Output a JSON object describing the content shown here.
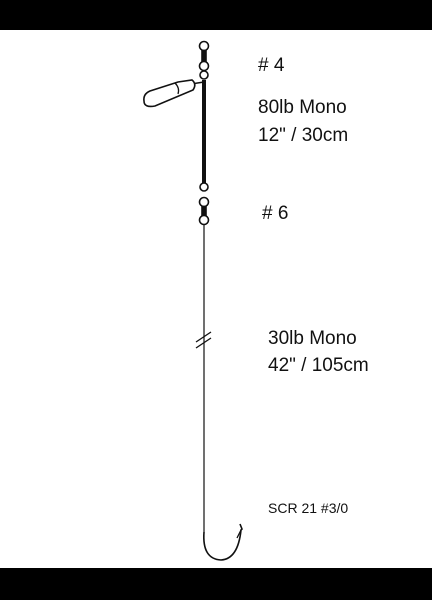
{
  "labels": {
    "swivel_top": "# 4",
    "leader_upper_line1": "80lb Mono",
    "leader_upper_line2": "12\" / 30cm",
    "swivel_lower": "# 6",
    "leader_lower_line1": "30lb Mono",
    "leader_lower_line2": "42\" / 105cm",
    "hook": "SCR 21 #3/0"
  },
  "colors": {
    "background": "#ffffff",
    "band": "#000000",
    "line": "#111111"
  },
  "icons": [
    "swivel-icon",
    "sinker-icon",
    "hook-icon",
    "line-break-icon"
  ]
}
